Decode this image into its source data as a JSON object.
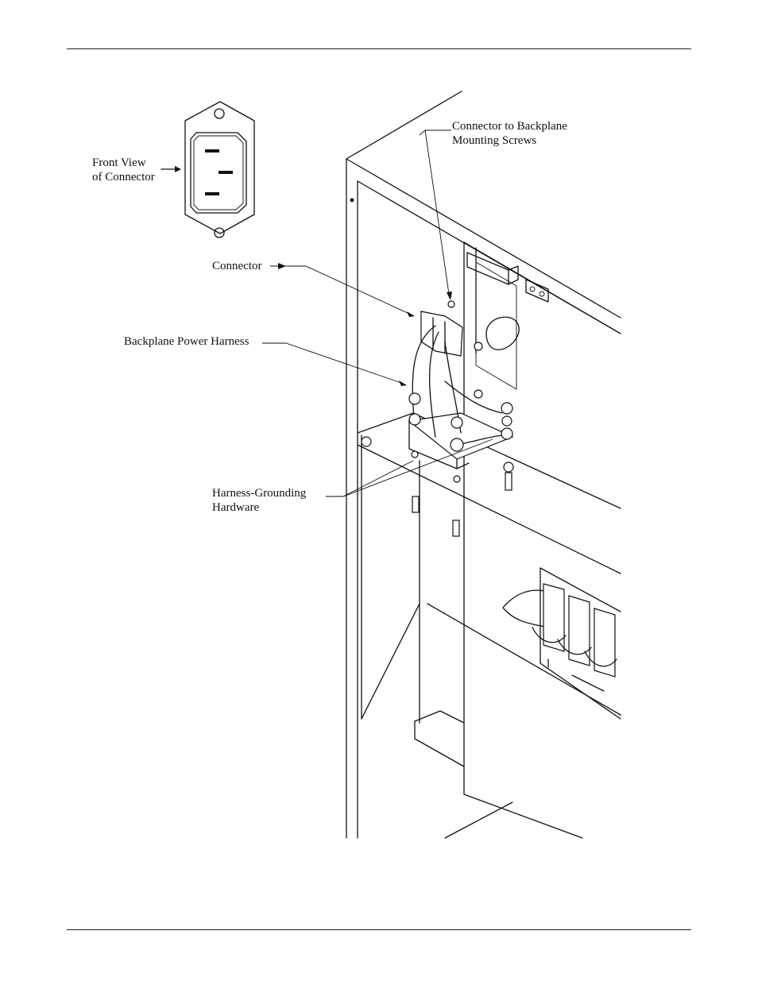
{
  "labels": {
    "front_view": "Front View\nof Connector",
    "connector_screws": "Connector to Backplane\nMounting Screws",
    "connector": "Connector",
    "harness": "Backplane Power Harness",
    "grounding": "Harness-Grounding\nHardware"
  }
}
